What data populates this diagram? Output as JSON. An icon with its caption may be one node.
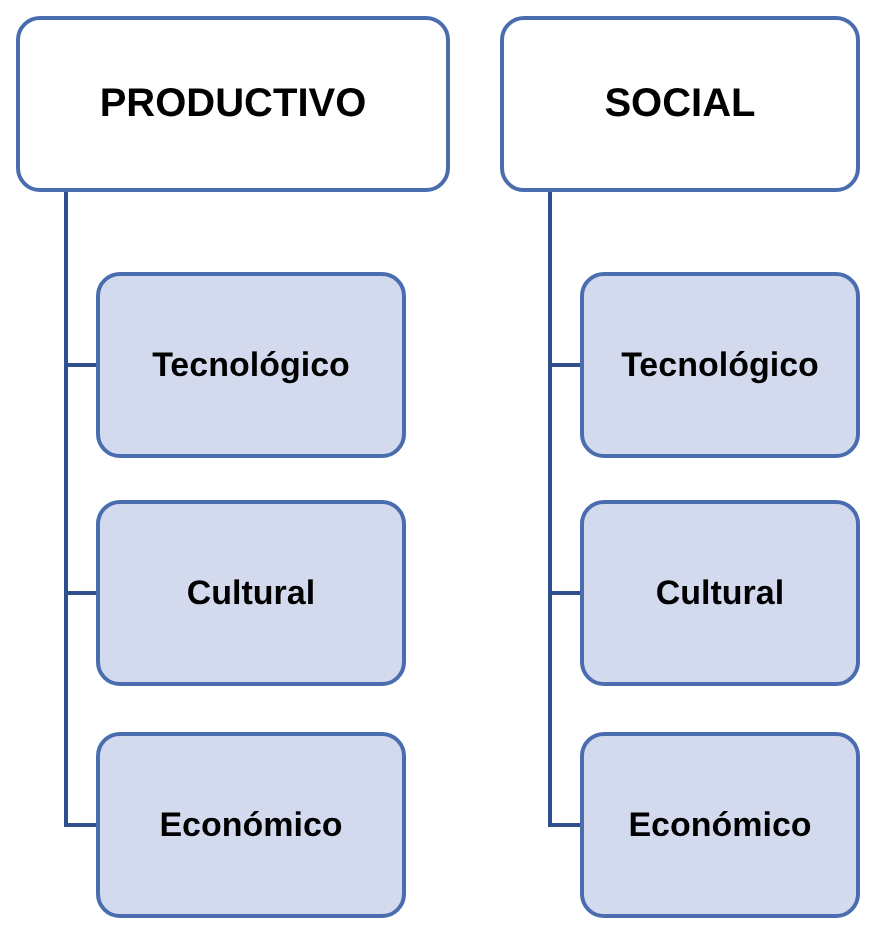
{
  "diagram": {
    "nodes": [
      {
        "text": [
          "PRODUCTIVO"
        ]
      },
      {
        "text": [
          "Tecnológico"
        ]
      },
      {
        "text": [
          "Cultural"
        ]
      },
      {
        "text": [
          "Económico"
        ]
      },
      {
        "text": [
          "SOCIAL"
        ]
      },
      {
        "text": [
          "Tecnológico"
        ]
      },
      {
        "text": [
          "Cultural"
        ]
      },
      {
        "text": [
          "Económico"
        ]
      }
    ],
    "edges": [
      {
        "from": 0,
        "to": 1,
        "arrow": "none"
      },
      {
        "from": 0,
        "to": 2,
        "arrow": "none"
      },
      {
        "from": 0,
        "to": 3,
        "arrow": "none"
      },
      {
        "from": 4,
        "to": 5,
        "arrow": "none"
      },
      {
        "from": 4,
        "to": 6,
        "arrow": "none"
      },
      {
        "from": 4,
        "to": 7,
        "arrow": "none"
      }
    ]
  }
}
